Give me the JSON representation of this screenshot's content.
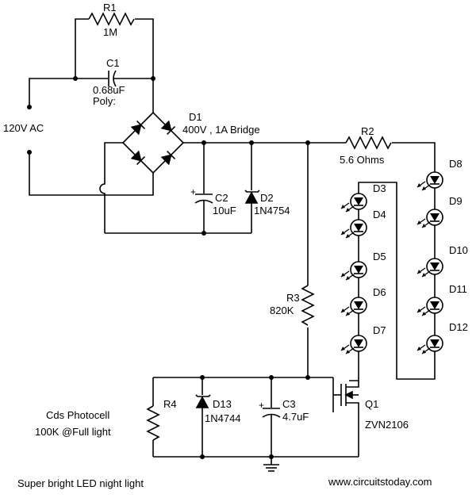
{
  "components": {
    "r1": {
      "ref": "R1",
      "value": "1M"
    },
    "c1": {
      "ref": "C1",
      "value": "0.68uF",
      "note": "Poly:"
    },
    "d1": {
      "ref": "D1",
      "value": "400V , 1A Bridge"
    },
    "r2": {
      "ref": "R2",
      "value": "5.6  Ohms"
    },
    "c2": {
      "ref": "C2",
      "value": "10uF"
    },
    "d2": {
      "ref": "D2",
      "value": "1N4754"
    },
    "r3": {
      "ref": "R3",
      "value": "820K"
    },
    "r4": {
      "ref": "R4"
    },
    "d13": {
      "ref": "D13",
      "value": "1N4744"
    },
    "c3": {
      "ref": "C3",
      "value": "4.7uF"
    },
    "q1": {
      "ref": "Q1",
      "value": "ZVN2106"
    }
  },
  "supply_label": "120V AC",
  "photocell_label_1": "Cds Photocell",
  "photocell_label_2": "100K  @Full light",
  "led_labels_left": [
    "D3",
    "D4",
    "D5",
    "D6",
    "D7"
  ],
  "led_labels_right": [
    "D8",
    "D9",
    "D10",
    "D11",
    "D12"
  ],
  "plus_sign": "+",
  "title": "Super bright LED night light",
  "website": "www.circuitstoday.com"
}
